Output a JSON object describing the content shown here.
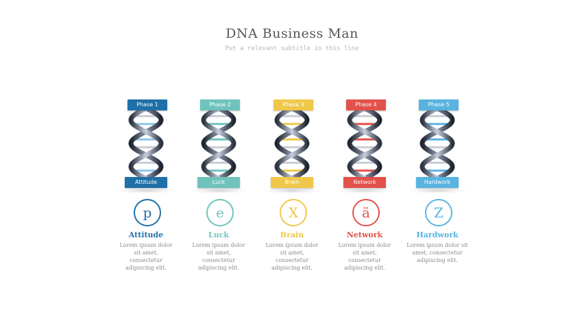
{
  "header": {
    "title": "DNA Business Man",
    "subtitle": "Put a relevant subtitle in this line"
  },
  "columns": [
    {
      "phase": "Phase 1",
      "tag": "Attitude",
      "letter": "p",
      "heading": "Attitude",
      "desc_lines": [
        "Lorem ipsum dolor",
        "sit amet,",
        "consectetur",
        "adipiscing elit."
      ],
      "color": "#1f6fa8",
      "rung": "#8ec5e8"
    },
    {
      "phase": "Phase 2",
      "tag": "Luck",
      "letter": "e",
      "heading": "Luck",
      "desc_lines": [
        "Lorem ipsum dolor",
        "sit amet,",
        "consectetur",
        "adipiscing elit."
      ],
      "color": "#6fc3bd",
      "rung": "#6fc3bd"
    },
    {
      "phase": "Phase 3",
      "tag": "Brain",
      "letter": "X",
      "heading": "Brain",
      "desc_lines": [
        "Lorem ipsum dolor",
        "sit amet,",
        "consectetur",
        "adipiscing elit."
      ],
      "color": "#efc84a",
      "rung": "#efc84a"
    },
    {
      "phase": "Phase 4",
      "tag": "Network",
      "letter": "ä",
      "heading": "Network",
      "desc_lines": [
        "Lorem ipsum dolor",
        "sit amet,",
        "consectetur",
        "adipiscing elit."
      ],
      "color": "#e2514a",
      "rung": "#e2514a"
    },
    {
      "phase": "Phase 5",
      "tag": "Hardwork",
      "letter": "Z",
      "heading": "Hardwork",
      "desc_lines": [
        "Lorem ipsum dolor sit",
        "amet, consectetur",
        "adipiscing elit."
      ],
      "color": "#58b3e0",
      "rung": "#58b3e0"
    }
  ]
}
